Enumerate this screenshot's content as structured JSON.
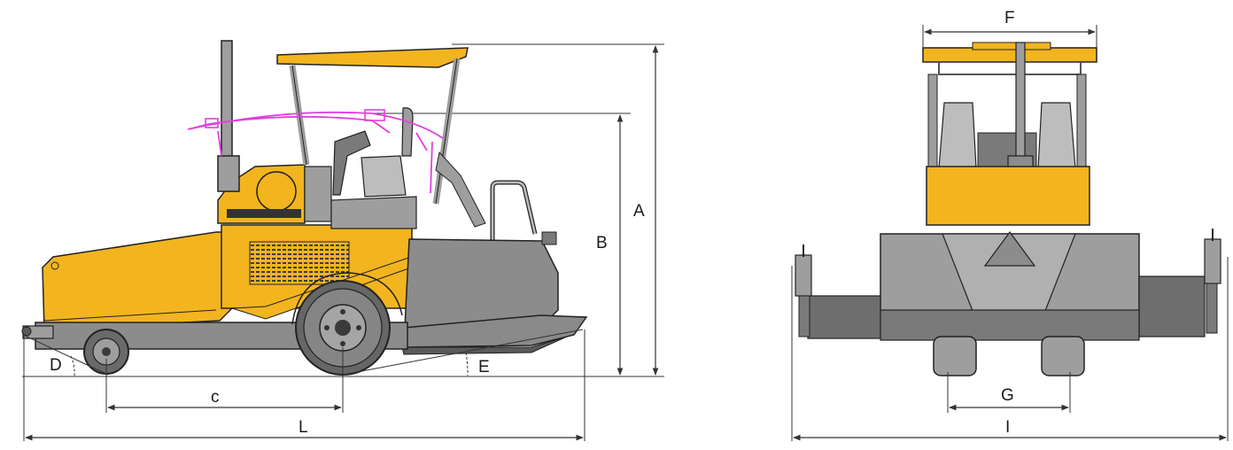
{
  "colors": {
    "machine_yellow": "#f2b51f",
    "machine_gray": "#9e9e9e",
    "machine_dark": "#5a5a5a",
    "outline": "#222222",
    "alt_canopy": "#e040e0",
    "dimension_line": "#333333",
    "background": "#ffffff"
  },
  "side_view": {
    "dimension_labels": {
      "A": "A",
      "B": "B",
      "c": "c",
      "L": "L",
      "D": "D",
      "E": "E"
    }
  },
  "rear_view": {
    "dimension_labels": {
      "F": "F",
      "G": "G",
      "I": "I"
    }
  }
}
